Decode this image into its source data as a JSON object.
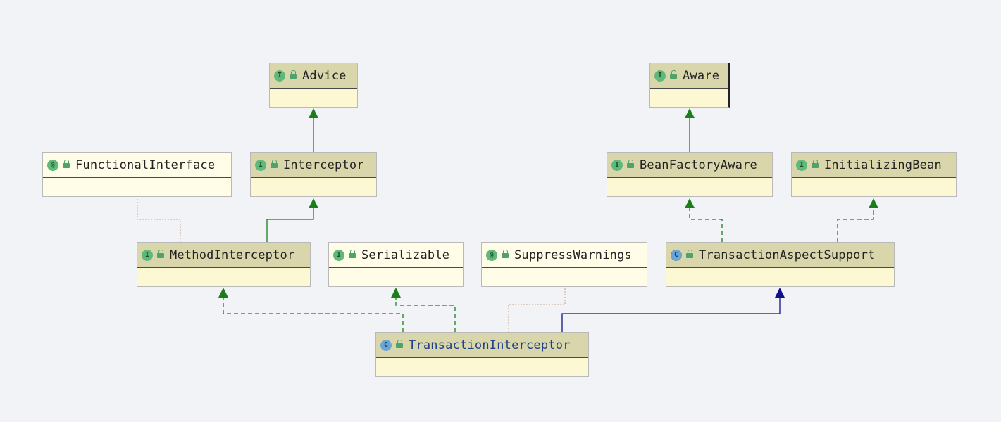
{
  "nodes": {
    "advice": {
      "name": "Advice",
      "kind": "interface",
      "badge": "I"
    },
    "aware": {
      "name": "Aware",
      "kind": "interface",
      "badge": "I"
    },
    "functional_interface": {
      "name": "FunctionalInterface",
      "kind": "annotation",
      "badge": "@"
    },
    "interceptor": {
      "name": "Interceptor",
      "kind": "interface",
      "badge": "I"
    },
    "bean_factory_aware": {
      "name": "BeanFactoryAware",
      "kind": "interface",
      "badge": "I"
    },
    "initializing_bean": {
      "name": "InitializingBean",
      "kind": "interface",
      "badge": "I"
    },
    "method_interceptor": {
      "name": "MethodInterceptor",
      "kind": "interface",
      "badge": "I"
    },
    "serializable": {
      "name": "Serializable",
      "kind": "interface",
      "badge": "I"
    },
    "suppress_warnings": {
      "name": "SuppressWarnings",
      "kind": "annotation",
      "badge": "@"
    },
    "transaction_aspect_support": {
      "name": "TransactionAspectSupport",
      "kind": "abstract-class",
      "badge": "C"
    },
    "transaction_interceptor": {
      "name": "TransactionInterceptor",
      "kind": "class",
      "badge": "C"
    }
  },
  "edges": [
    {
      "from": "interceptor",
      "to": "advice",
      "type": "extends-interface"
    },
    {
      "from": "bean_factory_aware",
      "to": "aware",
      "type": "extends-interface"
    },
    {
      "from": "method_interceptor",
      "to": "interceptor",
      "type": "extends-interface"
    },
    {
      "from": "method_interceptor",
      "to": "functional_interface",
      "type": "annotated-by"
    },
    {
      "from": "transaction_aspect_support",
      "to": "bean_factory_aware",
      "type": "implements"
    },
    {
      "from": "transaction_aspect_support",
      "to": "initializing_bean",
      "type": "implements"
    },
    {
      "from": "transaction_interceptor",
      "to": "method_interceptor",
      "type": "implements"
    },
    {
      "from": "transaction_interceptor",
      "to": "serializable",
      "type": "implements"
    },
    {
      "from": "transaction_interceptor",
      "to": "suppress_warnings",
      "type": "annotated-by"
    },
    {
      "from": "transaction_interceptor",
      "to": "transaction_aspect_support",
      "type": "extends-class"
    }
  ],
  "colors": {
    "background": "#f1f3f6",
    "interface_edge": "#1a7f1a",
    "class_edge": "#11118a",
    "annotation_edge": "#c8a58a",
    "subject_text": "#1e3f8a"
  }
}
